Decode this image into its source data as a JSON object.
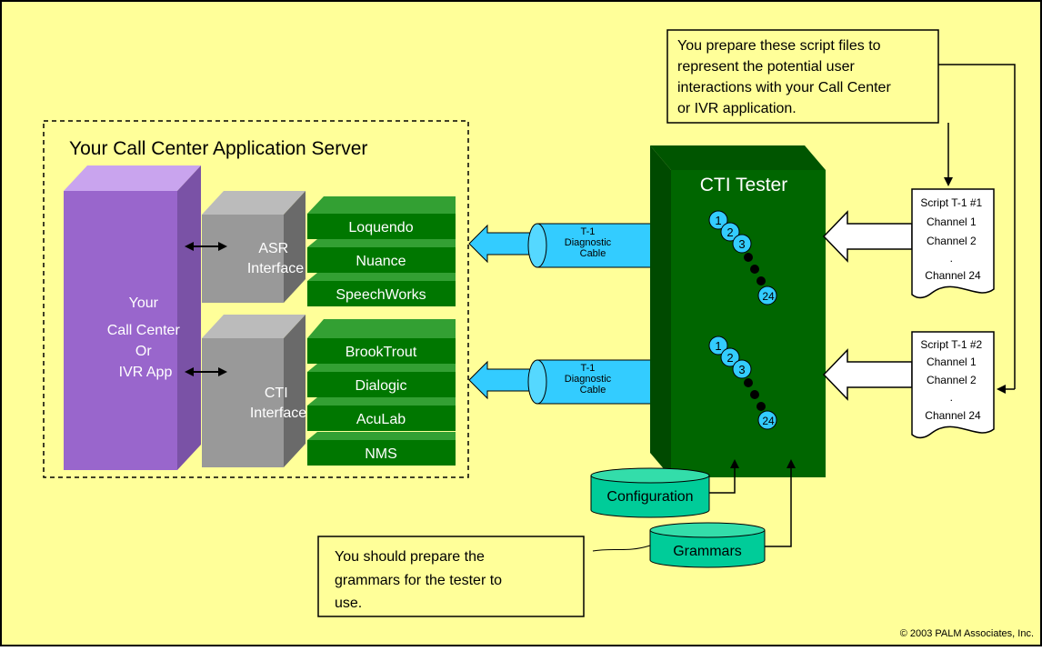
{
  "server": {
    "title": "Your Call Center Application Server"
  },
  "app": {
    "lines": [
      "Your",
      "Call Center",
      "Or",
      "IVR App"
    ]
  },
  "asr": {
    "lines": [
      "ASR",
      "Interface"
    ],
    "engines": [
      "Loquendo",
      "Nuance",
      "SpeechWorks"
    ]
  },
  "cti": {
    "lines": [
      "CTI",
      "Interface"
    ],
    "boards": [
      "BrookTrout",
      "Dialogic",
      "AcuLab",
      "NMS"
    ]
  },
  "cable": {
    "lines": [
      "T-1",
      "Diagnostic",
      "Cable"
    ]
  },
  "tester": {
    "title": "CTI Tester",
    "group1_channels": [
      "1",
      "2",
      "3",
      "24"
    ],
    "group2_channels": [
      "1",
      "2",
      "3",
      "24"
    ]
  },
  "script1": {
    "lines": [
      "Script T-1 #1",
      "Channel 1",
      "Channel 2",
      ".",
      "Channel 24"
    ]
  },
  "script2": {
    "lines": [
      "Script T-1 #2",
      "Channel 1",
      "Channel 2",
      ".",
      "Channel 24"
    ]
  },
  "note_top": {
    "lines": [
      "You prepare these script files to",
      "represent the potential user",
      "interactions with your Call Center",
      "or IVR application."
    ]
  },
  "note_bottom": {
    "lines": [
      "You should prepare the",
      "grammars for the tester to",
      "use."
    ]
  },
  "configuration": {
    "label": "Configuration"
  },
  "grammars": {
    "label": "Grammars"
  },
  "copyright": {
    "text": "© 2003 PALM Associates, Inc."
  },
  "colors": {
    "background": "#ffff99",
    "tester": "#006600",
    "board": "#007700",
    "app": "#9966cc",
    "interface": "#999999",
    "cable": "#33ccff",
    "cylinder": "#00cc99"
  }
}
